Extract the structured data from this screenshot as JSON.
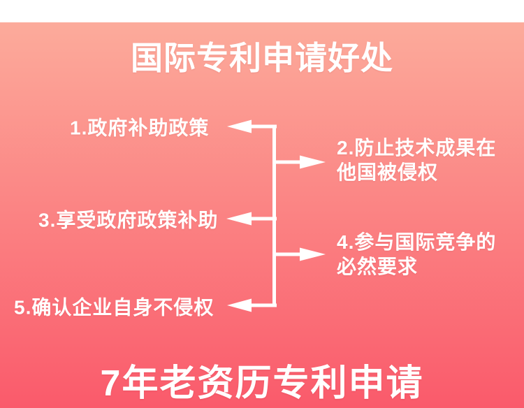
{
  "header": {
    "title": "国际专利申请好处"
  },
  "diagram": {
    "items": [
      {
        "lines": [
          "1.政府补助政策"
        ]
      },
      {
        "lines": [
          "2.防止技术成果在",
          "他国被侵权"
        ]
      },
      {
        "lines": [
          "3.享受政府政策补助"
        ]
      },
      {
        "lines": [
          "4.参与国际竞争的",
          "必然要求"
        ]
      },
      {
        "lines": [
          "5.确认企业自身不侵权"
        ]
      }
    ]
  },
  "footer": {
    "title": "7年老资历专利申请"
  },
  "colors": {
    "background_top": "#fcab9b",
    "background_bottom": "#fa5a6b",
    "text": "#ffffff",
    "arrow": "#ffffff",
    "top_band": "#ffffff"
  }
}
